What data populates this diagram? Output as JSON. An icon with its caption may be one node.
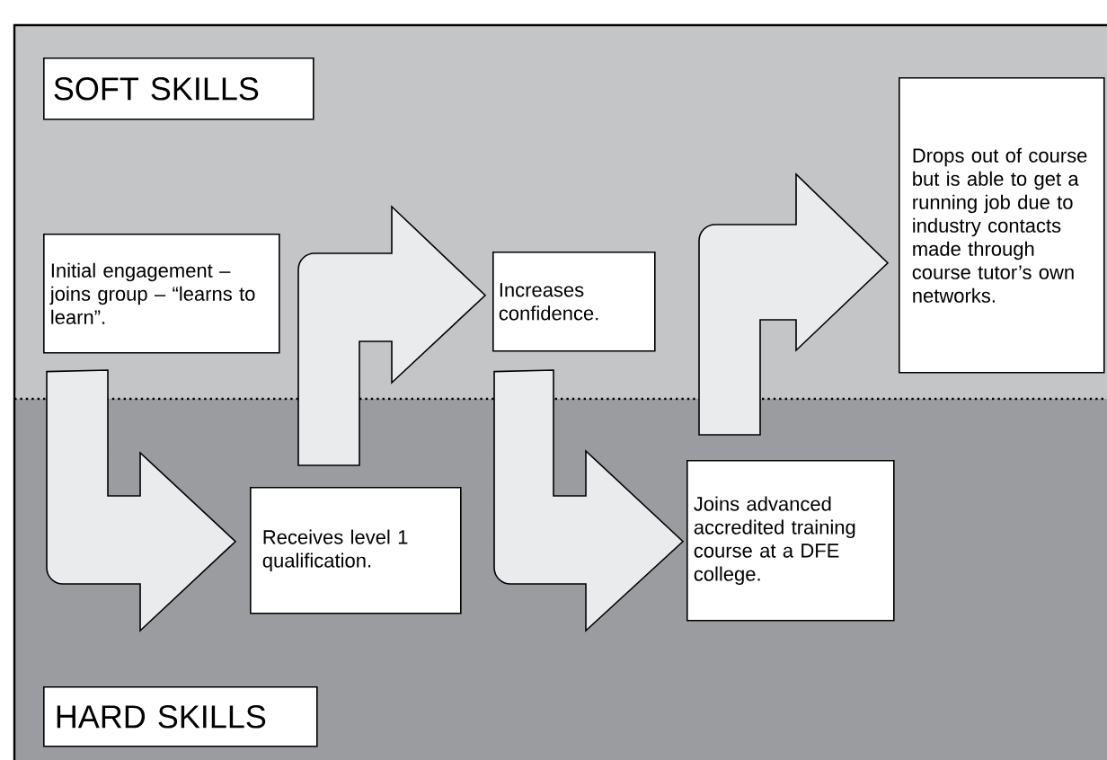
{
  "diagram": {
    "nodes": [
      {
        "text": [
          "SOFT SKILLS"
        ]
      },
      {
        "text": [
          "Initial engagement – joins group – “learns to learn”."
        ]
      },
      {
        "text": [
          "Increases confidence."
        ]
      },
      {
        "text": [
          "Drops out of course but is able to get a running job due to industry contacts made through course tutor’s own networks."
        ]
      },
      {
        "text": [
          "Receives level 1 qualification."
        ]
      },
      {
        "text": [
          "Joins advanced accredited training course at a DFE college."
        ]
      },
      {
        "text": [
          "HARD SKILLS"
        ]
      }
    ],
    "edges": [
      {
        "from": 1,
        "to": 4,
        "arrow": "to"
      },
      {
        "from": 4,
        "to": 2,
        "arrow": "to"
      },
      {
        "from": 2,
        "to": 5,
        "arrow": "to"
      },
      {
        "from": 5,
        "to": 3,
        "arrow": "to"
      }
    ]
  }
}
